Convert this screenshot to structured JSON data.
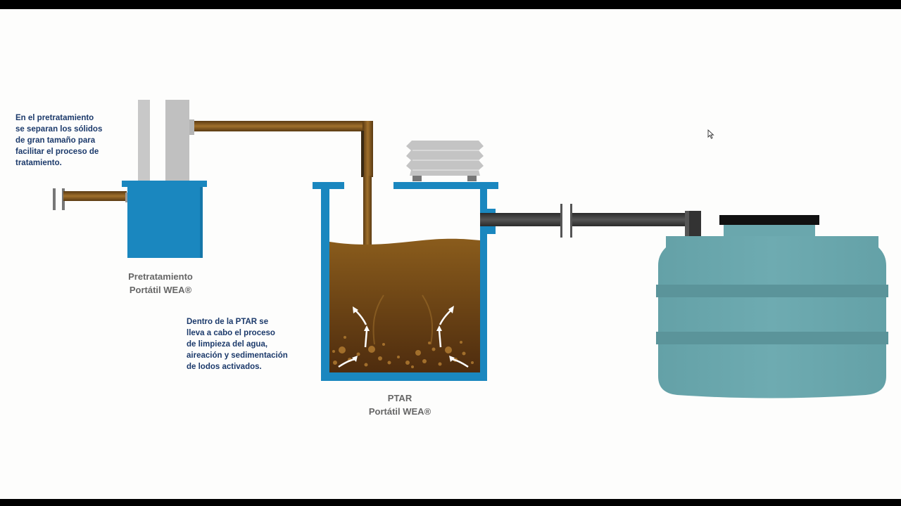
{
  "texts": {
    "pretreatment_note_lines": [
      "En el pretratamiento",
      "se separan los sólidos",
      "de gran tamaño para",
      "facilitar el proceso de",
      "tratamiento."
    ],
    "pretreatment_caption_lines": [
      "Pretratamiento",
      "Portátil WEA®"
    ],
    "ptar_note_lines": [
      "Dentro de la PTAR se",
      "lleva a cabo el proceso",
      "de limpieza del agua,",
      "aireación y sedimentación",
      "de lodos activados."
    ],
    "ptar_caption_lines": [
      "PTAR",
      "Portátil WEA®"
    ]
  },
  "colors": {
    "tank_blue": "#1a87bf",
    "sludge_top": "#8a5c1c",
    "sludge_bottom": "#4e2c0e",
    "pipe_brown": "#7d5320",
    "pipe_dark": "#3a3a3a",
    "storage_tank": "#6aa7ad",
    "storage_band": "#5b949a",
    "vent_gray": "#c4c4c4",
    "note_text": "#1c3a6b",
    "caption_text": "#666666"
  },
  "icons": [
    "mouse-cursor-icon",
    "aeration-arrow-icon"
  ]
}
